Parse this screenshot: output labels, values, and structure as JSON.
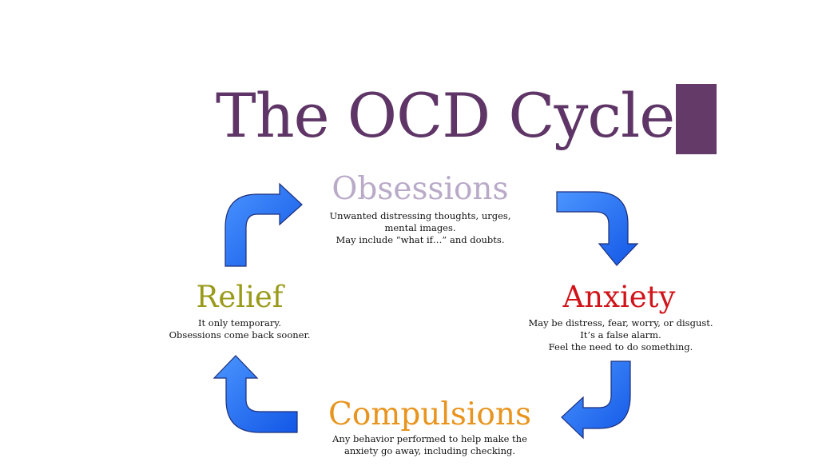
{
  "title": "The OCD Cycle",
  "colors": {
    "title": "#5e3566",
    "block": "#643a68",
    "obsessions": "#b9aac8",
    "anxiety": "#d0141a",
    "compulsions": "#e8941e",
    "relief": "#9a9a1a",
    "arrow": "#1f6ff2"
  },
  "stages": {
    "obsessions": {
      "label": "Obsessions",
      "lines": [
        "Unwanted distressing thoughts, urges,",
        "mental images.",
        "May include “what if…” and doubts."
      ]
    },
    "anxiety": {
      "label": "Anxiety",
      "lines": [
        "May be distress, fear, worry, or disgust.",
        "It’s a false alarm.",
        "Feel the need to do something."
      ]
    },
    "compulsions": {
      "label": "Compulsions",
      "lines": [
        "Any behavior performed to help make the",
        "anxiety go away, including checking."
      ]
    },
    "relief": {
      "label": "Relief",
      "lines": [
        "It only temporary.",
        "Obsessions come back sooner."
      ]
    }
  }
}
